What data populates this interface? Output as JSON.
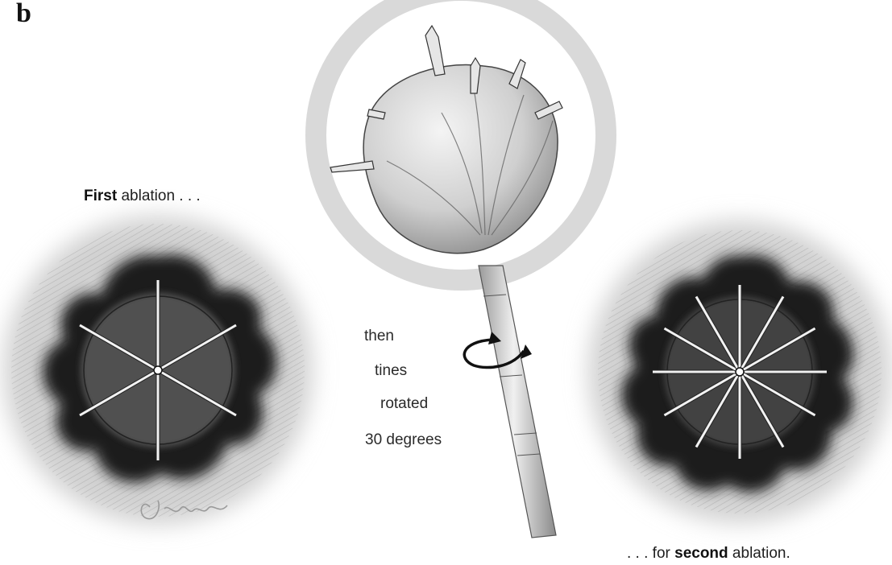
{
  "panel_label": "b",
  "captions": {
    "first_bold": "First",
    "first_rest": " ablation . . .",
    "second_lead": ". . . for ",
    "second_bold": "second",
    "second_rest": " ablation."
  },
  "steps": {
    "line1": "then",
    "line2": "tines",
    "line3": "rotated",
    "line4": "30 degrees"
  },
  "artist_signature": "Gandone",
  "tine_counts": {
    "first_ablation": 6,
    "second_ablation": 12
  },
  "rotation_degrees": 30,
  "colors": {
    "ablation_zone": "#1e1e1e",
    "halo": "#d6d6d6",
    "tine": "#f2f2f2"
  }
}
